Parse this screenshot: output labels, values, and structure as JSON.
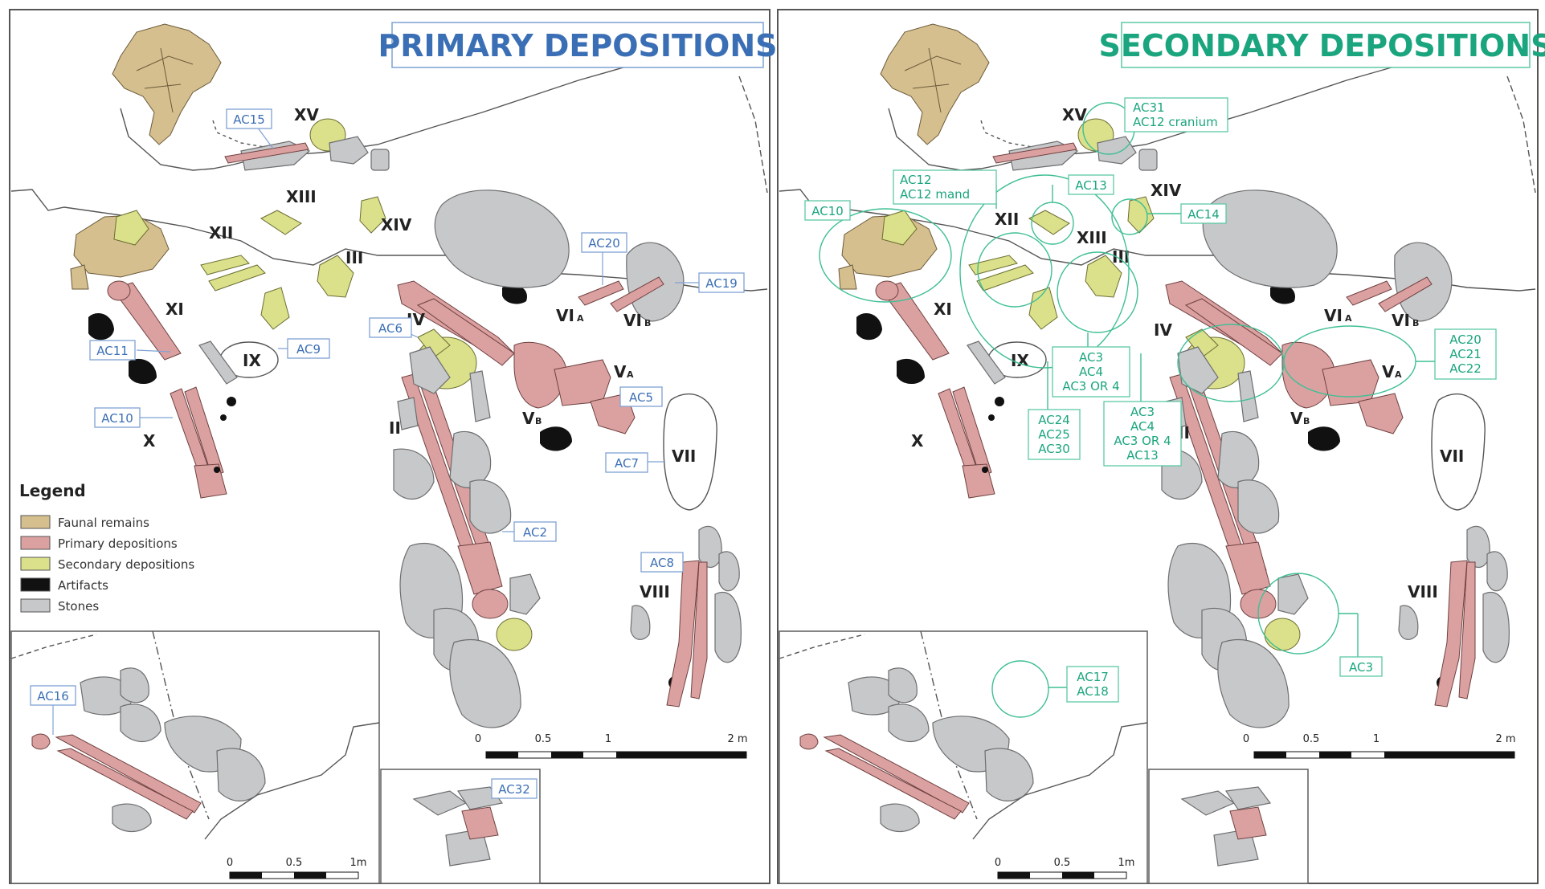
{
  "panels": {
    "left": {
      "title": "PRIMARY DEPOSITIONS",
      "title_color": "#3b6fb5",
      "codes": [
        "AC15",
        "AC20",
        "AC19",
        "AC11",
        "AC9",
        "AC6",
        "AC5",
        "AC10",
        "AC7",
        "AC2",
        "AC8",
        "AC16",
        "AC32"
      ],
      "scale": {
        "labels": [
          "0",
          "0.5",
          "1",
          "2 m"
        ]
      },
      "inset_scale": {
        "labels": [
          "0",
          "0.5",
          "1m"
        ]
      }
    },
    "right": {
      "title": "SECONDARY DEPOSITIONS",
      "title_color": "#1aa57e",
      "codes": {
        "ac31_group": [
          "AC31",
          "AC12 cranium"
        ],
        "ac12_group": [
          "AC12",
          "AC12 mand"
        ],
        "ac13": "AC13",
        "ac10": "AC10",
        "ac14": "AC14",
        "ac20_group": [
          "AC20",
          "AC21",
          "AC22"
        ],
        "ac3_group_a": [
          "AC3",
          "AC4",
          "AC3 OR 4"
        ],
        "ac24_group": [
          "AC24",
          "AC25",
          "AC30"
        ],
        "ac3_group_b": [
          "AC3",
          "AC4",
          "AC3 OR 4",
          "AC13"
        ],
        "ac3_single": "AC3",
        "ac17_group": [
          "AC17",
          "AC18"
        ]
      },
      "scale": {
        "labels": [
          "0",
          "0.5",
          "1",
          "2 m"
        ]
      },
      "inset_scale": {
        "labels": [
          "0",
          "0.5",
          "1m"
        ]
      }
    }
  },
  "roman": {
    "XV": "XV",
    "XIII": "XIII",
    "XII": "XII",
    "XIV": "XIV",
    "III": "III",
    "XI": "XI",
    "IX": "IX",
    "X": "X",
    "IV": "IV",
    "VI": "VI",
    "V": "V",
    "II": "II",
    "VII": "VII",
    "VIII": "VIII",
    "A": "A",
    "B": "B"
  },
  "legend": {
    "title": "Legend",
    "items": [
      {
        "label": "Faunal remains",
        "color": "#d6bf8e"
      },
      {
        "label": "Primary depositions",
        "color": "#dba1a1"
      },
      {
        "label": "Secondary depositions",
        "color": "#dbe08a"
      },
      {
        "label": "Artifacts",
        "color": "#111111"
      },
      {
        "label": "Stones",
        "color": "#c7c8ca"
      }
    ]
  }
}
